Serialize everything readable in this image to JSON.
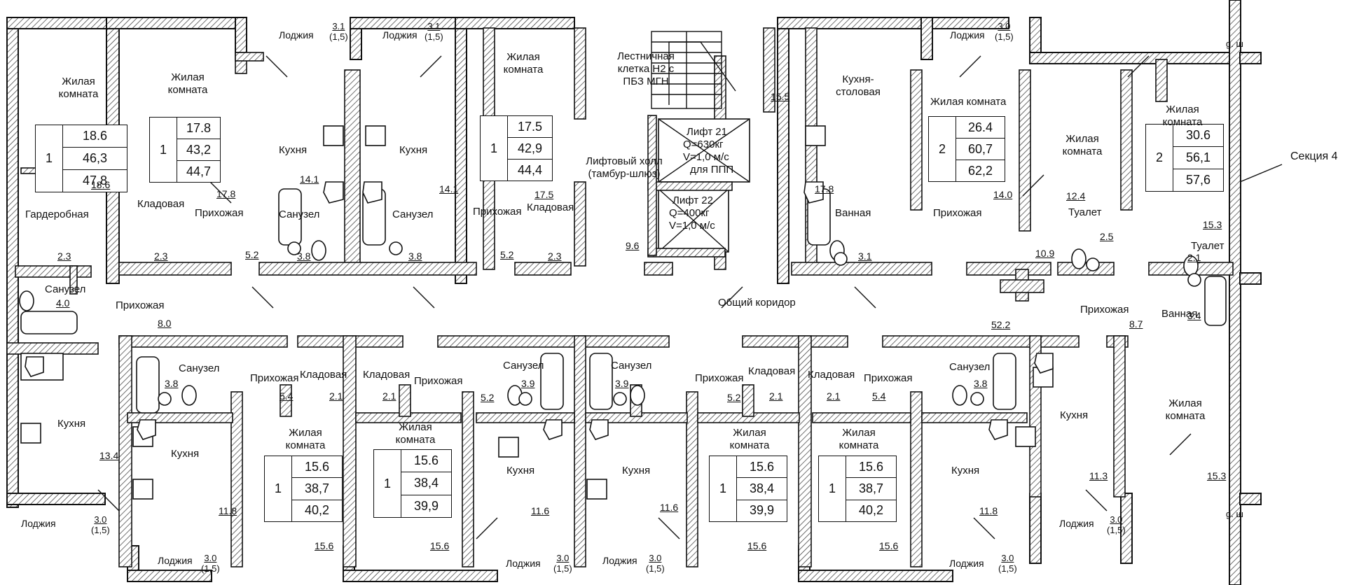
{
  "section_label": "Секция 4",
  "axis_labels": {
    "top": "g. ш",
    "bottom": "g. ш"
  },
  "corridor": {
    "label": "Общий коридор",
    "area": "52.2"
  },
  "stair": {
    "label": "Лестничная клетка Н2 с ПБЗ МГН",
    "area": "15.5"
  },
  "lift_hall": {
    "label": "Лифтовый холл (тамбур-шлюз)",
    "area": "9.6"
  },
  "lift1": {
    "line1": "Лифт 21",
    "line2": "Q=630кг",
    "line3": "V=1,0 м/с",
    "line4": "для ППП"
  },
  "lift2": {
    "line1": "Лифт 22",
    "line2": "Q=400кг",
    "line3": "V=1,0 м/с"
  },
  "room_names": {
    "living": "Жилая комната",
    "kitchen": "Кухня",
    "kitchen_dining": "Кухня-столовая",
    "hall": "Прихожая",
    "bath": "Санузел",
    "storage": "Кладовая",
    "wardrobe": "Гардеробная",
    "bathroom": "Ванная",
    "toilet": "Туалет",
    "loggia": "Лоджия"
  },
  "apartments": [
    {
      "rooms": "1",
      "living": "18.6",
      "total": "46,3",
      "full": "47,8"
    },
    {
      "rooms": "1",
      "living": "17.8",
      "total": "43,2",
      "full": "44,7"
    },
    {
      "rooms": "1",
      "living": "17.5",
      "total": "42,9",
      "full": "44,4"
    },
    {
      "rooms": "2",
      "living": "26.4",
      "total": "60,7",
      "full": "62,2"
    },
    {
      "rooms": "2",
      "living": "30.6",
      "total": "56,1",
      "full": "57,6"
    },
    {
      "rooms": "1",
      "living": "15.6",
      "total": "38,7",
      "full": "40,2"
    },
    {
      "rooms": "1",
      "living": "15.6",
      "total": "38,4",
      "full": "39,9"
    },
    {
      "rooms": "1",
      "living": "15.6",
      "total": "38,4",
      "full": "39,9"
    },
    {
      "rooms": "1",
      "living": "15.6",
      "total": "38,7",
      "full": "40,2"
    }
  ],
  "loggias": [
    {
      "area": "3.1",
      "reduced": "(1,5)"
    },
    {
      "area": "3.1",
      "reduced": "(1,5)"
    },
    {
      "area": "3.0",
      "reduced": "(1,5)"
    },
    {
      "area": "3.0",
      "reduced": "(1,5)"
    },
    {
      "area": "3.0",
      "reduced": "(1,5)"
    },
    {
      "area": "3.0",
      "reduced": "(1,5)"
    },
    {
      "area": "3.0",
      "reduced": "(1,5)"
    },
    {
      "area": "3.0",
      "reduced": "(1,5)"
    },
    {
      "area": "3.0",
      "reduced": "(1,5)"
    }
  ],
  "areas": {
    "a_18_6": "18.6",
    "a_2_3_w": "2.3",
    "a_4_0": "4.0",
    "a_8_0": "8.0",
    "a_17_8": "17.8",
    "a_14_1a": "14.1",
    "a_5_2a": "5.2",
    "a_3_8a": "3.8",
    "a_2_3a": "2.3",
    "a_14_1b": "14.1",
    "a_3_8b": "3.8",
    "a_17_5": "17.5",
    "a_5_2b": "5.2",
    "a_2_3b": "2.3",
    "a_17_8b": "17.8",
    "a_3_1": "3.1",
    "a_14_0": "14.0",
    "a_12_4": "12.4",
    "a_10_9": "10.9",
    "a_2_5": "2.5",
    "a_15_3a": "15.3",
    "a_2_1t": "2.1",
    "a_8_7": "8.7",
    "a_3_4": "3.4",
    "a_13_4": "13.4",
    "a_3_8c": "3.8",
    "a_11_8a": "11.8",
    "a_15_6a": "15.6",
    "a_5_4a": "5.4",
    "a_2_1a": "2.1",
    "a_2_1b": "2.1",
    "a_15_6b": "15.6",
    "a_3_9a": "3.9",
    "a_5_2c": "5.2",
    "a_11_6a": "11.6",
    "a_3_9b": "3.9",
    "a_11_6b": "11.6",
    "a_5_2d": "5.2",
    "a_2_1c": "2.1",
    "a_15_6c": "15.6",
    "a_2_1d": "2.1",
    "a_5_4b": "5.4",
    "a_15_6d": "15.6",
    "a_3_8d": "3.8",
    "a_11_8b": "11.8",
    "a_11_3": "11.3",
    "a_15_3b": "15.3"
  },
  "colors": {
    "wall": "#111111",
    "background": "#ffffff"
  }
}
